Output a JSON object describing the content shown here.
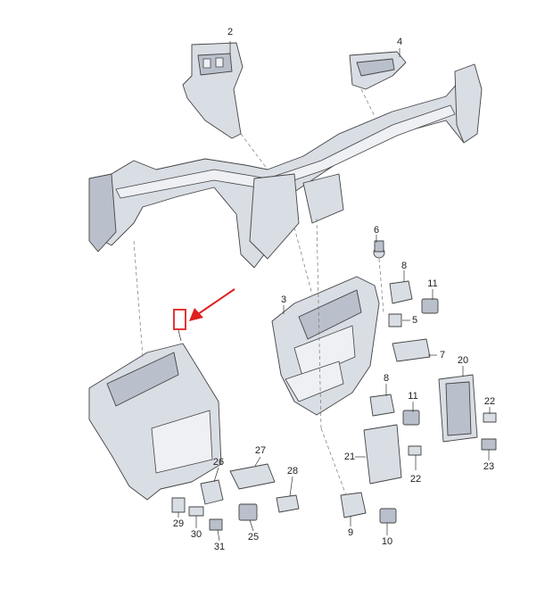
{
  "diagram": {
    "callouts": [
      {
        "id": "2",
        "label": "2"
      },
      {
        "id": "4",
        "label": "4"
      },
      {
        "id": "3",
        "label": "3"
      },
      {
        "id": "6",
        "label": "6"
      },
      {
        "id": "8a",
        "label": "8"
      },
      {
        "id": "11a",
        "label": "11"
      },
      {
        "id": "5",
        "label": "5"
      },
      {
        "id": "7",
        "label": "7"
      },
      {
        "id": "8b",
        "label": "8"
      },
      {
        "id": "11b",
        "label": "11"
      },
      {
        "id": "20",
        "label": "20"
      },
      {
        "id": "22a",
        "label": "22"
      },
      {
        "id": "21",
        "label": "21"
      },
      {
        "id": "22b",
        "label": "22"
      },
      {
        "id": "23",
        "label": "23"
      },
      {
        "id": "26",
        "label": "26"
      },
      {
        "id": "27",
        "label": "27"
      },
      {
        "id": "28",
        "label": "28"
      },
      {
        "id": "29",
        "label": "29"
      },
      {
        "id": "30",
        "label": "30"
      },
      {
        "id": "31",
        "label": "31"
      },
      {
        "id": "25",
        "label": "25"
      },
      {
        "id": "9",
        "label": "9"
      },
      {
        "id": "10",
        "label": "10"
      }
    ],
    "highlight": {
      "color": "#e02020"
    }
  }
}
